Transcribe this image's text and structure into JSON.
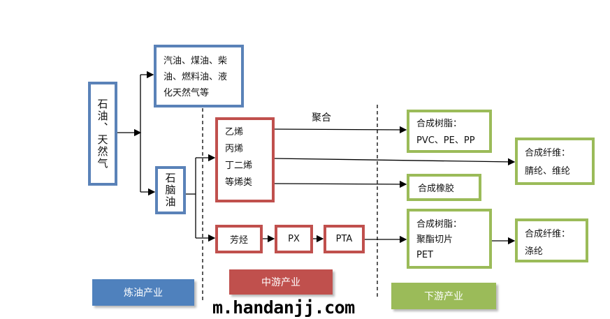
{
  "nodes": {
    "crude": "石油、天然气",
    "fuels": "汽油、煤油、柴\n油、燃料油、液\n化天然气等",
    "naphtha": "石脑油",
    "olefins": "乙烯\n丙烯\n丁二烯\n等烯类",
    "aromatics": "芳烃",
    "px": "PX",
    "pta": "PTA",
    "resin1": "合成树脂：\nPVC、PE、PP",
    "fiber1": "合成纤维：\n腈纶、维纶",
    "rubber": "合成橡胶",
    "resin2": "合成树脂：\n聚酯切片\nPET",
    "fiber2": "合成纤维：\n涤纶"
  },
  "edge_label": "聚合",
  "stages": {
    "refining": "炼油产业",
    "midstream": "中游产业",
    "downstream": "下游产业"
  },
  "watermark": "m.handanjj.com",
  "colors": {
    "blue": "#5a82b8",
    "red": "#c0504d",
    "green": "#9bbb59"
  }
}
